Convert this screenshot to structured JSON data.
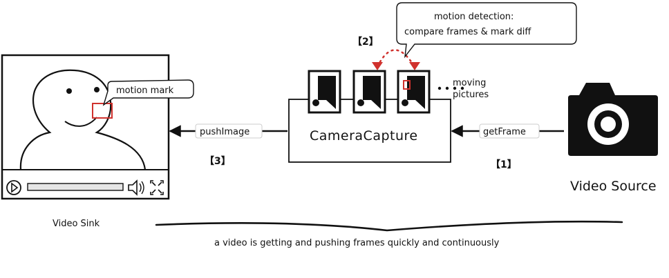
{
  "diagram": {
    "video_sink": {
      "caption": "Video Sink",
      "callout": "motion mark"
    },
    "camera_capture": {
      "label": "CameraCapture",
      "moving_pictures_line1": "moving",
      "moving_pictures_line2": "pictures"
    },
    "motion_detection": {
      "line1": "motion detection:",
      "line2": "compare frames & mark diff"
    },
    "video_source": {
      "caption": "Video Source"
    },
    "edges": {
      "get_frame": "getFrame",
      "push_image": "pushImage"
    },
    "steps": {
      "step1": "【1】",
      "step2": "【2】",
      "step3": "【3】"
    },
    "footer": "a video is getting and pushing frames quickly and continuously",
    "colors": {
      "stroke": "#111111",
      "accent_red": "#d0312d"
    }
  }
}
